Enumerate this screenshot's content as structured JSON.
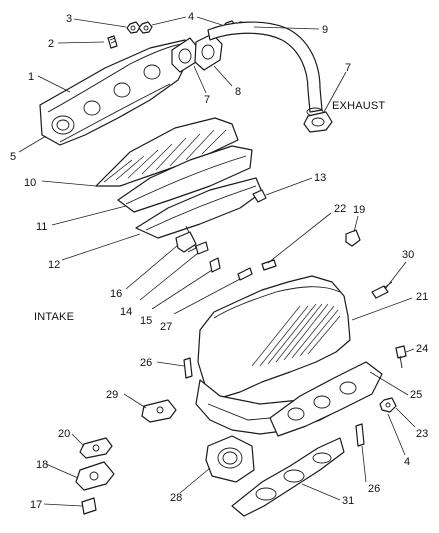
{
  "labels": {
    "exhaust": "EXHAUST",
    "intake": "INTAKE"
  },
  "callouts": {
    "c1": "1",
    "c2": "2",
    "c3": "3",
    "c4a": "4",
    "c4b": "4",
    "c5": "5",
    "c7a": "7",
    "c7b": "7",
    "c8": "8",
    "c9": "9",
    "c10": "10",
    "c11": "11",
    "c12": "12",
    "c13": "13",
    "c14": "14",
    "c15": "15",
    "c16": "16",
    "c17": "17",
    "c18": "18",
    "c19": "19",
    "c20": "20",
    "c21": "21",
    "c22": "22",
    "c23": "23",
    "c24": "24",
    "c25": "25",
    "c26a": "26",
    "c26b": "26",
    "c27": "27",
    "c28": "28",
    "c29": "29",
    "c30": "30",
    "c31": "31"
  }
}
